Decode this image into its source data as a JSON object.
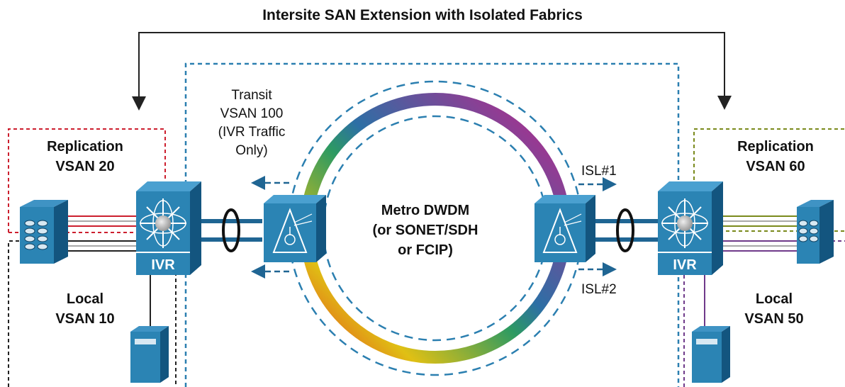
{
  "title": "Intersite SAN Extension with Isolated Fabrics",
  "left_site": {
    "replication": [
      "Replication",
      "VSAN 20"
    ],
    "local": [
      "Local",
      "VSAN 10"
    ],
    "switch_label": "IVR"
  },
  "right_site": {
    "replication": [
      "Replication",
      "VSAN 60"
    ],
    "local": [
      "Local",
      "VSAN 50"
    ],
    "switch_label": "IVR"
  },
  "transit": [
    "Transit",
    "VSAN 100",
    "(IVR Traffic",
    "Only)"
  ],
  "metro": [
    "Metro DWDM",
    "(or SONET/SDH",
    "or FCIP)"
  ],
  "isl1": "ISL#1",
  "isl2": "ISL#2",
  "colors": {
    "brand_blue": "#1f6593",
    "box_blue": "#2b84b4",
    "replication_left": "#cc1f2e",
    "replication_right": "#7a8a1c",
    "local_right": "#6f3a8a",
    "gray": "#a8a8a8"
  },
  "icons": [
    "ivr-switch-icon",
    "optical-mux-icon",
    "storage-array-icon",
    "server-icon",
    "isl-bundle-icon"
  ]
}
